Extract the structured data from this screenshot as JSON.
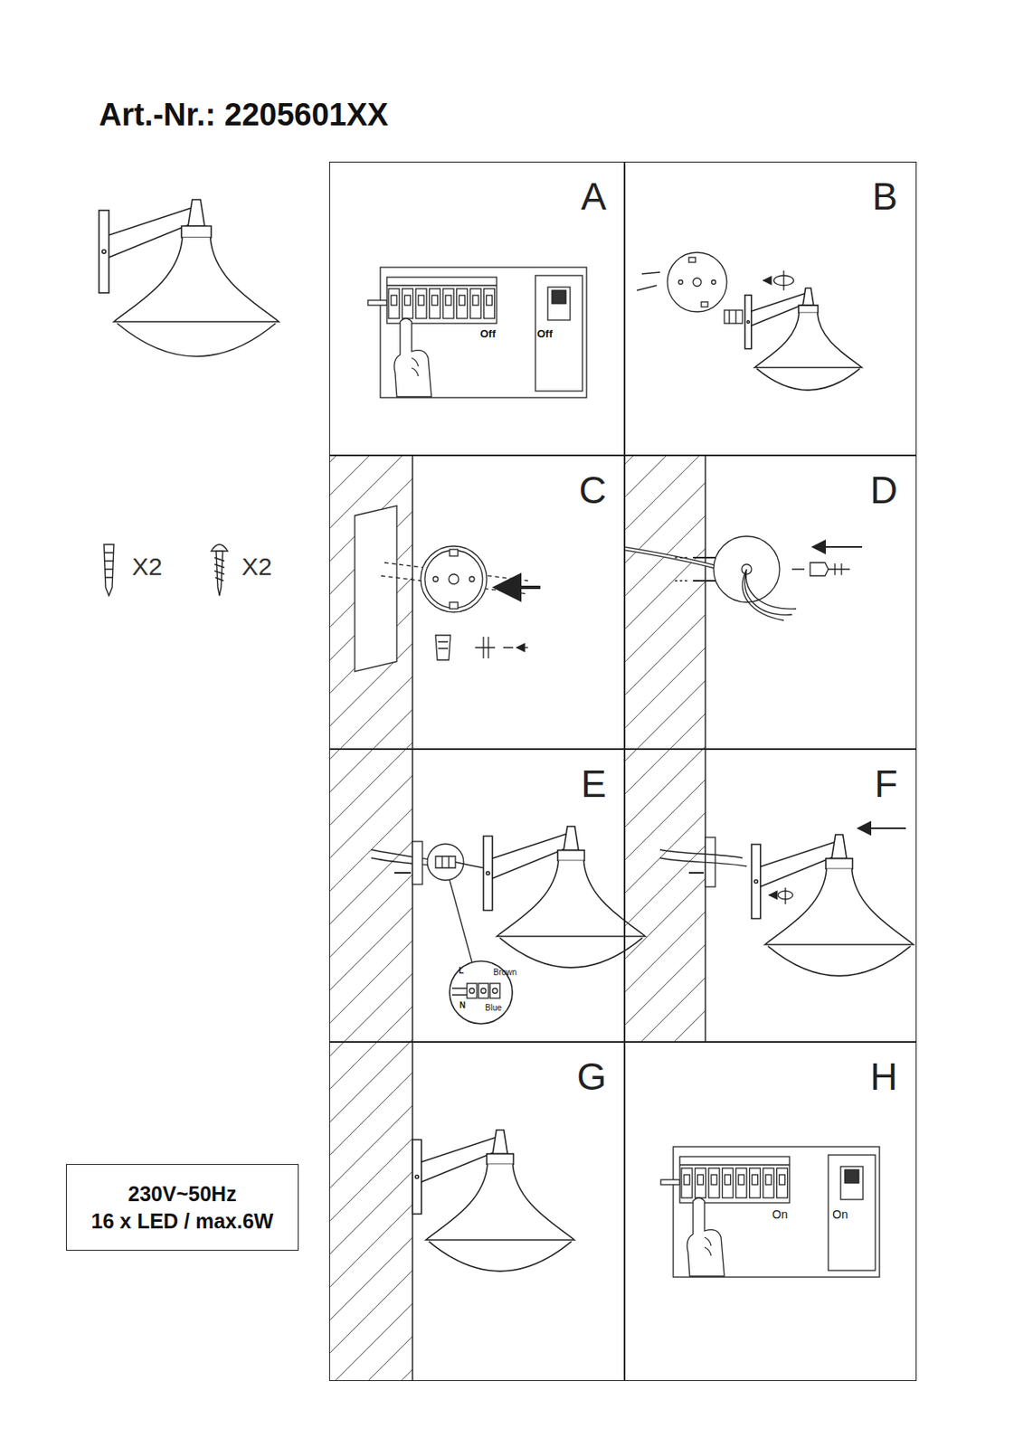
{
  "diagram": {
    "title": "Art.-Nr.: 2205601XX",
    "nodes": [
      {
        "text": [
          "A"
        ]
      },
      {
        "text": [
          "B"
        ]
      },
      {
        "text": [
          "C"
        ]
      },
      {
        "text": [
          "D"
        ]
      },
      {
        "text": [
          "E"
        ]
      },
      {
        "text": [
          "F"
        ]
      },
      {
        "text": [
          "G"
        ]
      },
      {
        "text": [
          "H"
        ]
      },
      {
        "text": [
          "230V~50Hz",
          "16 x LED / max.6W"
        ]
      }
    ],
    "labels": [
      "X2",
      "X2",
      "Off",
      "Off",
      "L",
      "Brown",
      "N",
      "Blue",
      "On",
      "On"
    ]
  }
}
